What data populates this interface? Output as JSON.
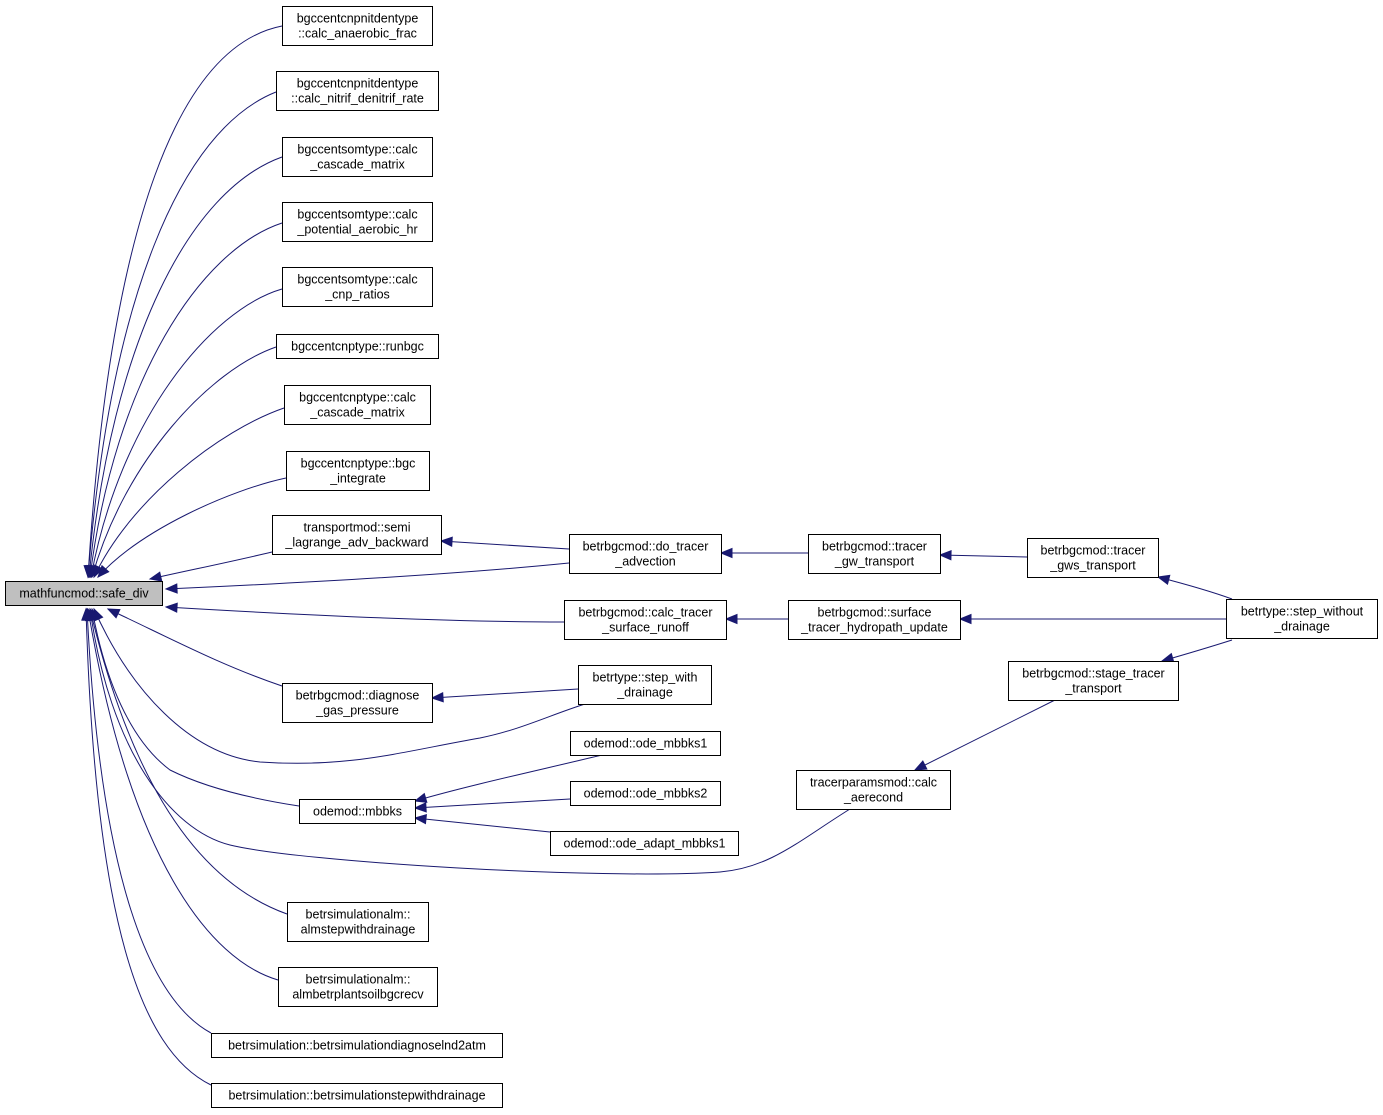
{
  "colors": {
    "edge": "#191970",
    "root_fill": "#bfbfbf",
    "node_fill": "#ffffff",
    "node_stroke": "#000000"
  },
  "nodes": {
    "root": [
      "mathfuncmod::safe_div"
    ],
    "n1": [
      "bgccentcnpnitdentype",
      "::calc_anaerobic_frac"
    ],
    "n2": [
      "bgccentcnpnitdentype",
      "::calc_nitrif_denitrif_rate"
    ],
    "n3": [
      "bgccentsomtype::calc",
      "_cascade_matrix"
    ],
    "n4": [
      "bgccentsomtype::calc",
      "_potential_aerobic_hr"
    ],
    "n5": [
      "bgccentsomtype::calc",
      "_cnp_ratios"
    ],
    "n6": [
      "bgccentcnptype::runbgc"
    ],
    "n7": [
      "bgccentcnptype::calc",
      "_cascade_matrix"
    ],
    "n8": [
      "bgccentcnptype::bgc",
      "_integrate"
    ],
    "n9": [
      "transportmod::semi",
      "_lagrange_adv_backward"
    ],
    "n10": [
      "betrbgcmod::do_tracer",
      "_advection"
    ],
    "n11": [
      "betrbgcmod::tracer",
      "_gw_transport"
    ],
    "n12": [
      "betrbgcmod::tracer",
      "_gws_transport"
    ],
    "n13": [
      "betrtype::step_without",
      "_drainage"
    ],
    "n14": [
      "betrbgcmod::calc_tracer",
      "_surface_runoff"
    ],
    "n15": [
      "betrbgcmod::surface",
      "_tracer_hydropath_update"
    ],
    "n16": [
      "betrbgcmod::diagnose",
      "_gas_pressure"
    ],
    "n17": [
      "betrtype::step_with",
      "_drainage"
    ],
    "n18": [
      "betrbgcmod::stage_tracer",
      "_transport"
    ],
    "n19": [
      "odemod::ode_mbbks1"
    ],
    "n20": [
      "odemod::mbbks"
    ],
    "n21": [
      "odemod::ode_mbbks2"
    ],
    "n22": [
      "odemod::ode_adapt_mbbks1"
    ],
    "n23": [
      "tracerparamsmod::calc",
      "_aerecond"
    ],
    "n24": [
      "betrsimulationalm::",
      "almstepwithdrainage"
    ],
    "n25": [
      "betrsimulationalm::",
      "almbetrplantsoilbgcrecv"
    ],
    "n26": [
      "betrsimulation::betrsimulationdiagnoselnd2atm"
    ],
    "n27": [
      "betrsimulation::betrsimulationstepwithdrainage"
    ]
  },
  "edges": [
    [
      "n1",
      "root"
    ],
    [
      "n2",
      "root"
    ],
    [
      "n3",
      "root"
    ],
    [
      "n4",
      "root"
    ],
    [
      "n5",
      "root"
    ],
    [
      "n6",
      "root"
    ],
    [
      "n7",
      "root"
    ],
    [
      "n8",
      "root"
    ],
    [
      "n9",
      "root"
    ],
    [
      "n10",
      "root"
    ],
    [
      "n14",
      "root"
    ],
    [
      "n16",
      "root"
    ],
    [
      "n17",
      "root"
    ],
    [
      "n20",
      "root"
    ],
    [
      "n23",
      "root"
    ],
    [
      "n24",
      "root"
    ],
    [
      "n25",
      "root"
    ],
    [
      "n26",
      "root"
    ],
    [
      "n27",
      "root"
    ],
    [
      "n10",
      "n9"
    ],
    [
      "n11",
      "n10"
    ],
    [
      "n12",
      "n11"
    ],
    [
      "n13",
      "n12"
    ],
    [
      "n15",
      "n14"
    ],
    [
      "n13",
      "n15"
    ],
    [
      "n17",
      "n16"
    ],
    [
      "n13",
      "n18"
    ],
    [
      "n18",
      "n23"
    ],
    [
      "n19",
      "n20"
    ],
    [
      "n21",
      "n20"
    ],
    [
      "n22",
      "n20"
    ]
  ]
}
